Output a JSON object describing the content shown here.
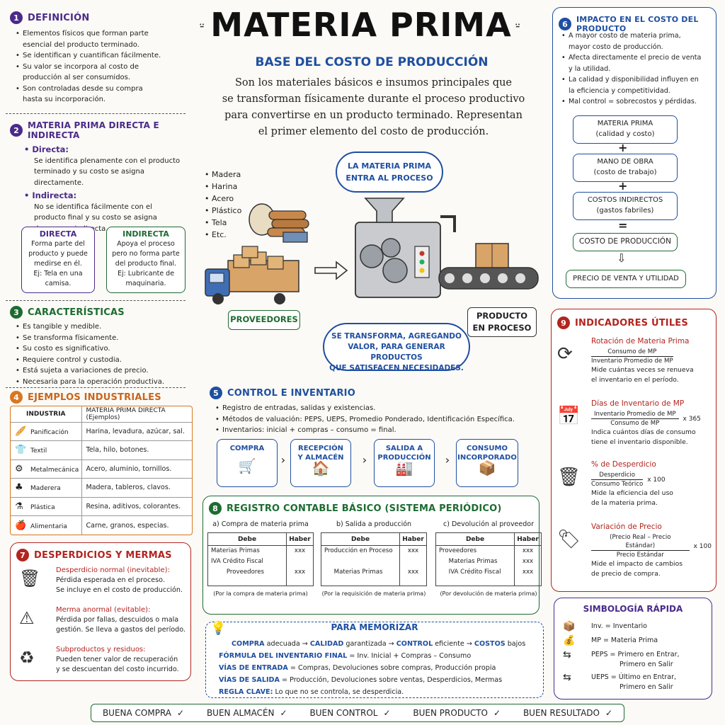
{
  "title": "MATERIA PRIMA",
  "subtitle": "BASE DEL COSTO DE PRODUCCIÓN",
  "intro": [
    "Son los materiales básicos e insumos principales que",
    "se transforman físicamente durante el proceso productivo",
    "para convertirse en un producto terminado. Representan",
    "el primer elemento del costo de producción."
  ],
  "s1": {
    "num": "1",
    "title": "DEFINICIÓN",
    "items": [
      [
        "Elementos físicos que forman parte",
        "esencial del producto terminado."
      ],
      [
        "Se identifican y cuantifican fácilmente."
      ],
      [
        "Su valor se incorpora al costo de",
        "producción al ser consumidos."
      ],
      [
        "Son controladas desde su compra",
        "hasta su incorporación."
      ]
    ]
  },
  "s2": {
    "num": "2",
    "title": "MATERIA PRIMA DIRECTA E INDIRECTA",
    "directa_h": "Directa:",
    "directa_t": [
      "Se identifica plenamente con el producto",
      "terminado y su costo se asigna",
      "directamente."
    ],
    "indirecta_h": "Indirecta:",
    "indirecta_t": [
      "No se identifica fácilmente con el",
      "producto final y su costo se asigna",
      "de manera indirecta."
    ],
    "box_d_title": "DIRECTA",
    "box_d_text": [
      "Forma parte del",
      "producto y puede",
      "medirse en él.",
      "Ej: Tela en una",
      "camisa."
    ],
    "box_i_title": "INDIRECTA",
    "box_i_text": [
      "Apoya el proceso",
      "pero no forma parte",
      "del producto final.",
      "Ej: Lubricante de",
      "maquinaria."
    ]
  },
  "s3": {
    "num": "3",
    "title": "CARACTERÍSTICAS",
    "items": [
      "Es tangible y medible.",
      "Se transforma físicamente.",
      "Su costo es significativo.",
      "Requiere control y custodia.",
      "Está sujeta a variaciones de precio.",
      "Necesaria para la operación productiva."
    ]
  },
  "s4": {
    "num": "4",
    "title": "EJEMPLOS INDUSTRIALES",
    "headers": [
      "INDUSTRIA",
      "MATERIA PRIMA DIRECTA (Ejemplos)"
    ],
    "rows": [
      {
        "icon": "bread-icon",
        "glyph": "🥖",
        "industry": "Panificación",
        "mp": "Harina, levadura, azúcar, sal."
      },
      {
        "icon": "shirt-icon",
        "glyph": "👕",
        "industry": "Textil",
        "mp": "Tela, hilo, botones."
      },
      {
        "icon": "gear-icon",
        "glyph": "⚙",
        "industry": "Metalmecánica",
        "mp": "Acero, aluminio, tornillos."
      },
      {
        "icon": "tree-icon",
        "glyph": "♣",
        "industry": "Maderera",
        "mp": "Madera, tableros, clavos."
      },
      {
        "icon": "bottle-icon",
        "glyph": "⚗",
        "industry": "Plástica",
        "mp": "Resina, aditivos, colorantes."
      },
      {
        "icon": "apple-icon",
        "glyph": "🍎",
        "industry": "Alimentaria",
        "mp": "Carne, granos, especias."
      }
    ]
  },
  "s7": {
    "num": "7",
    "title": "DESPERDICIOS Y MERMAS",
    "items": [
      {
        "icon": "trash-icon",
        "glyph": "🗑",
        "h": "Desperdicio normal (inevitable):",
        "t": [
          "Pérdida esperada en el proceso.",
          "Se incluye en el costo de producción."
        ]
      },
      {
        "icon": "warning-icon",
        "glyph": "⚠",
        "h": "Merma anormal (evitable):",
        "t": [
          "Pérdida por fallas, descuidos o mala",
          "gestión. Se lleva a gastos del período."
        ]
      },
      {
        "icon": "recycle-icon",
        "glyph": "♻",
        "h": "Subproductos y residuos:",
        "t": [
          "Pueden tener valor de recuperación",
          "y se descuentan del costo incurrido."
        ]
      }
    ]
  },
  "process": {
    "materials": [
      "Madera",
      "Harina",
      "Acero",
      "Plástico",
      "Tela",
      "Etc."
    ],
    "cloud_top": [
      "LA MATERIA PRIMA",
      "ENTRA AL PROCESO"
    ],
    "proveedores": "PROVEEDORES",
    "producto": [
      "PRODUCTO",
      "EN PROCESO"
    ],
    "cloud_bottom": [
      "SE TRANSFORMA, AGREGANDO",
      "VALOR, PARA GENERAR PRODUCTOS",
      "QUE SATISFACEN NECESIDADES."
    ]
  },
  "s5": {
    "num": "5",
    "title": "CONTROL E INVENTARIO",
    "items": [
      "Registro de entradas, salidas y existencias.",
      "Métodos de valuación: PEPS, UEPS, Promedio Ponderado, Identificación Específica.",
      "Inventarios: inicial + compras – consumo = final."
    ],
    "steps": [
      {
        "label": [
          "COMPRA"
        ],
        "icon": "cart-icon",
        "glyph": "🛒"
      },
      {
        "label": [
          "RECEPCIÓN",
          "Y ALMACÉN"
        ],
        "icon": "warehouse-icon",
        "glyph": "🏠"
      },
      {
        "label": [
          "SALIDA A",
          "PRODUCCIÓN"
        ],
        "icon": "factory-icon",
        "glyph": "🏭"
      },
      {
        "label": [
          "CONSUMO",
          "INCORPORADO"
        ],
        "icon": "box-check-icon",
        "glyph": "📦"
      }
    ]
  },
  "s8": {
    "num": "8",
    "title": "REGISTRO CONTABLE BÁSICO (SISTEMA PERIÓDICO)",
    "tables": [
      {
        "title": "a) Compra de materia prima",
        "debe": "Debe",
        "haber": "Haber",
        "rows": [
          [
            "Materias Primas",
            "xxx"
          ],
          [
            "IVA Crédito Fiscal",
            ""
          ],
          [
            "        Proveedores",
            "xxx"
          ]
        ],
        "note": "(Por la compra de materia prima)"
      },
      {
        "title": "b) Salida a producción",
        "debe": "Debe",
        "haber": "Haber",
        "rows": [
          [
            "Producción en Proceso",
            "xxx"
          ],
          [
            "",
            ""
          ],
          [
            "     Materias Primas",
            "xxx"
          ]
        ],
        "note": "(Por la requisición de materia prima)"
      },
      {
        "title": "c) Devolución al proveedor",
        "debe": "Debe",
        "haber": "Haber",
        "rows": [
          [
            "Proveedores",
            "xxx"
          ],
          [
            "     Materias Primas",
            "xxx"
          ],
          [
            "     IVA Crédito Fiscal",
            "xxx"
          ]
        ],
        "note": "(Por devolución de materia prima)"
      }
    ]
  },
  "memo": {
    "title": "PARA MEMORIZAR",
    "line1": [
      [
        "COMPRA",
        " adecuada → "
      ],
      [
        "CALIDAD",
        " garantizada → "
      ],
      [
        "CONTROL",
        " eficiente → "
      ],
      [
        "COSTOS",
        " bajos"
      ]
    ],
    "line2": [
      "FÓRMULA DEL INVENTARIO FINAL",
      " = Inv. Inicial + Compras – Consumo"
    ],
    "line3": [
      "VÍAS DE ENTRADA",
      " = Compras, Devoluciones sobre compras, Producción propia"
    ],
    "line4": [
      "VÍAS DE SALIDA",
      " = Producción, Devoluciones sobre ventas, Desperdicios, Mermas"
    ],
    "line5": [
      "REGLA CLAVE:",
      " Lo que no se controla, se desperdicia."
    ]
  },
  "footer": [
    "BUENA COMPRA",
    "BUEN ALMACÉN",
    "BUEN CONTROL",
    "BUEN PRODUCTO",
    "BUEN RESULTADO"
  ],
  "s6": {
    "num": "6",
    "title": "IMPACTO EN EL COSTO DEL PRODUCTO",
    "items": [
      [
        "A mayor costo de materia prima,",
        "mayor costo de producción."
      ],
      [
        "Afecta directamente el precio de venta",
        "y la utilidad."
      ],
      [
        "La calidad y disponibilidad influyen en",
        "la eficiencia y competitividad."
      ],
      [
        "Mal control = sobrecostos y pérdidas."
      ]
    ],
    "b1": [
      "MATERIA PRIMA",
      "(calidad y costo)"
    ],
    "b2": [
      "MANO DE OBRA",
      "(costo de trabajo)"
    ],
    "b3": [
      "COSTOS INDIRECTOS",
      "(gastos fabriles)"
    ],
    "plus": "+",
    "eq": "=",
    "b4": "COSTO DE PRODUCCIÓN",
    "b5": "PRECIO DE VENTA Y UTILIDAD"
  },
  "s9": {
    "num": "9",
    "title": "INDICADORES ÚTILES",
    "items": [
      {
        "icon": "cycle-icon",
        "glyph": "⟳",
        "h": "Rotación de Materia Prima",
        "num": "Consumo de MP",
        "den": "Inventario Promedio de MP",
        "mult": "",
        "t": [
          "Mide cuántas veces se renueva",
          "el inventario en el período."
        ]
      },
      {
        "icon": "calendar-icon",
        "glyph": "📅",
        "h": "Días de Inventario de MP",
        "num": "Inventario Promedio de MP",
        "den": "Consumo de MP",
        "mult": "x 365",
        "t": [
          "Indica cuántos días de consumo",
          "tiene el inventario disponible."
        ]
      },
      {
        "icon": "trash-icon",
        "glyph": "🗑",
        "h": "% de Desperdicio",
        "num": "Desperdicio",
        "den": "Consumo Teórico",
        "mult": "x 100",
        "t": [
          "Mide la eficiencia del uso",
          "de la materia prima."
        ]
      },
      {
        "icon": "price-tag-icon",
        "glyph": "🏷",
        "h": "Variación de Precio",
        "num": "(Precio Real – Precio Estándar)",
        "den": "Precio Estándar",
        "mult": "x 100",
        "t": [
          "Mide el impacto de cambios",
          "de precio de compra."
        ]
      }
    ]
  },
  "symb": {
    "title": "SIMBOLOGÍA RÁPIDA",
    "items": [
      {
        "icon": "box-icon",
        "glyph": "📦",
        "t": [
          "Inv. = Inventario"
        ]
      },
      {
        "icon": "money-bag-icon",
        "glyph": "💰",
        "t": [
          "MP = Materia Prima"
        ]
      },
      {
        "icon": "arrows-icon",
        "glyph": "⇆",
        "t": [
          "PEPS = Primero en Entrar,",
          "Primero en Salir"
        ]
      },
      {
        "icon": "arrows-icon",
        "glyph": "⇆",
        "t": [
          "UEPS = Último en Entrar,",
          "Primero en Salir"
        ]
      }
    ]
  },
  "colors": {
    "purple": "#4b2a8a",
    "blue": "#1f4fa0",
    "green": "#1e6b32",
    "orange": "#d9771f",
    "red": "#b3241f"
  }
}
